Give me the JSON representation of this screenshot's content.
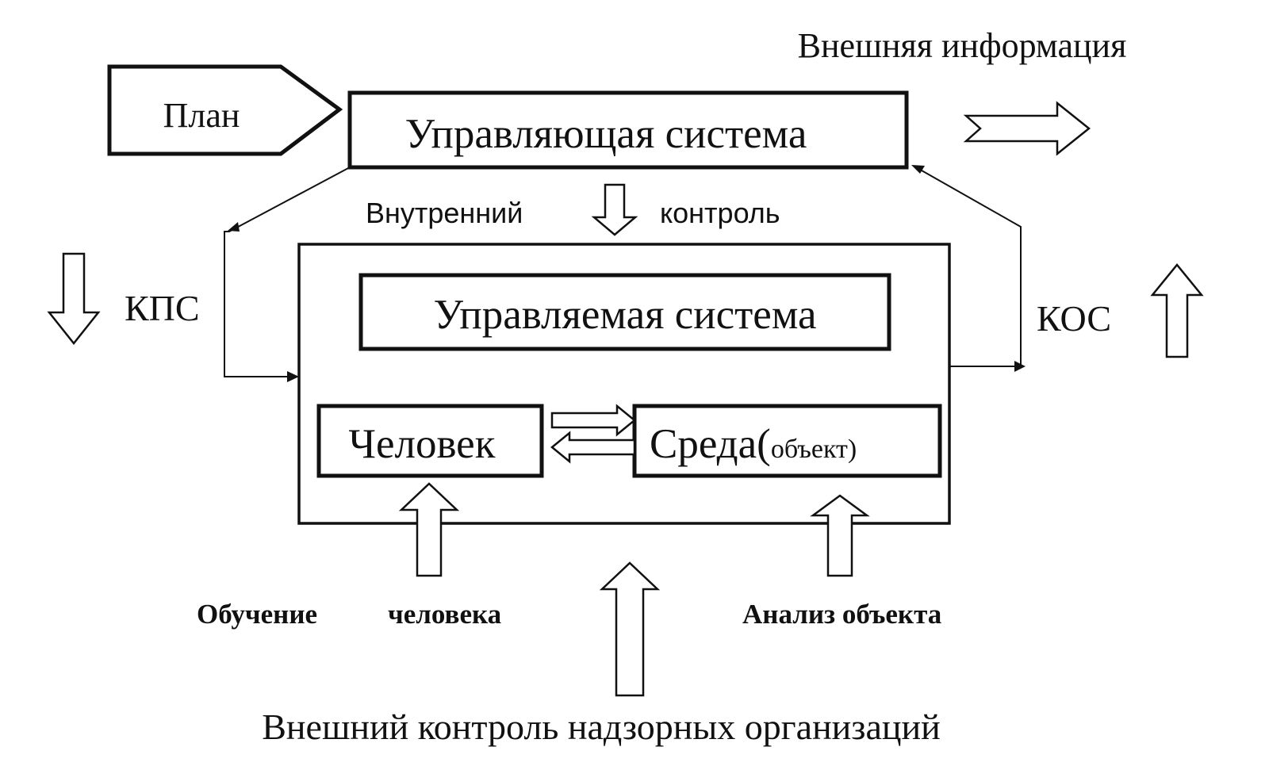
{
  "labels": {
    "plan": "План",
    "control_system": "Управляющая система",
    "external_info": "Внешняя  информация",
    "internal_control_left": "Внутренний",
    "internal_control_right": "контроль",
    "kps": "КПС",
    "kos": "КОС",
    "managed_system": "Управляемая система",
    "human": "Человек",
    "environment_main": "Среда(",
    "environment_sub": "объект)",
    "training_left": "Обучение",
    "training_right": "человека",
    "object_analysis": "Анализ объекта",
    "external_control": "Внешний контроль надзорных организаций"
  },
  "colors": {
    "line": "#111111",
    "background": "#ffffff"
  }
}
